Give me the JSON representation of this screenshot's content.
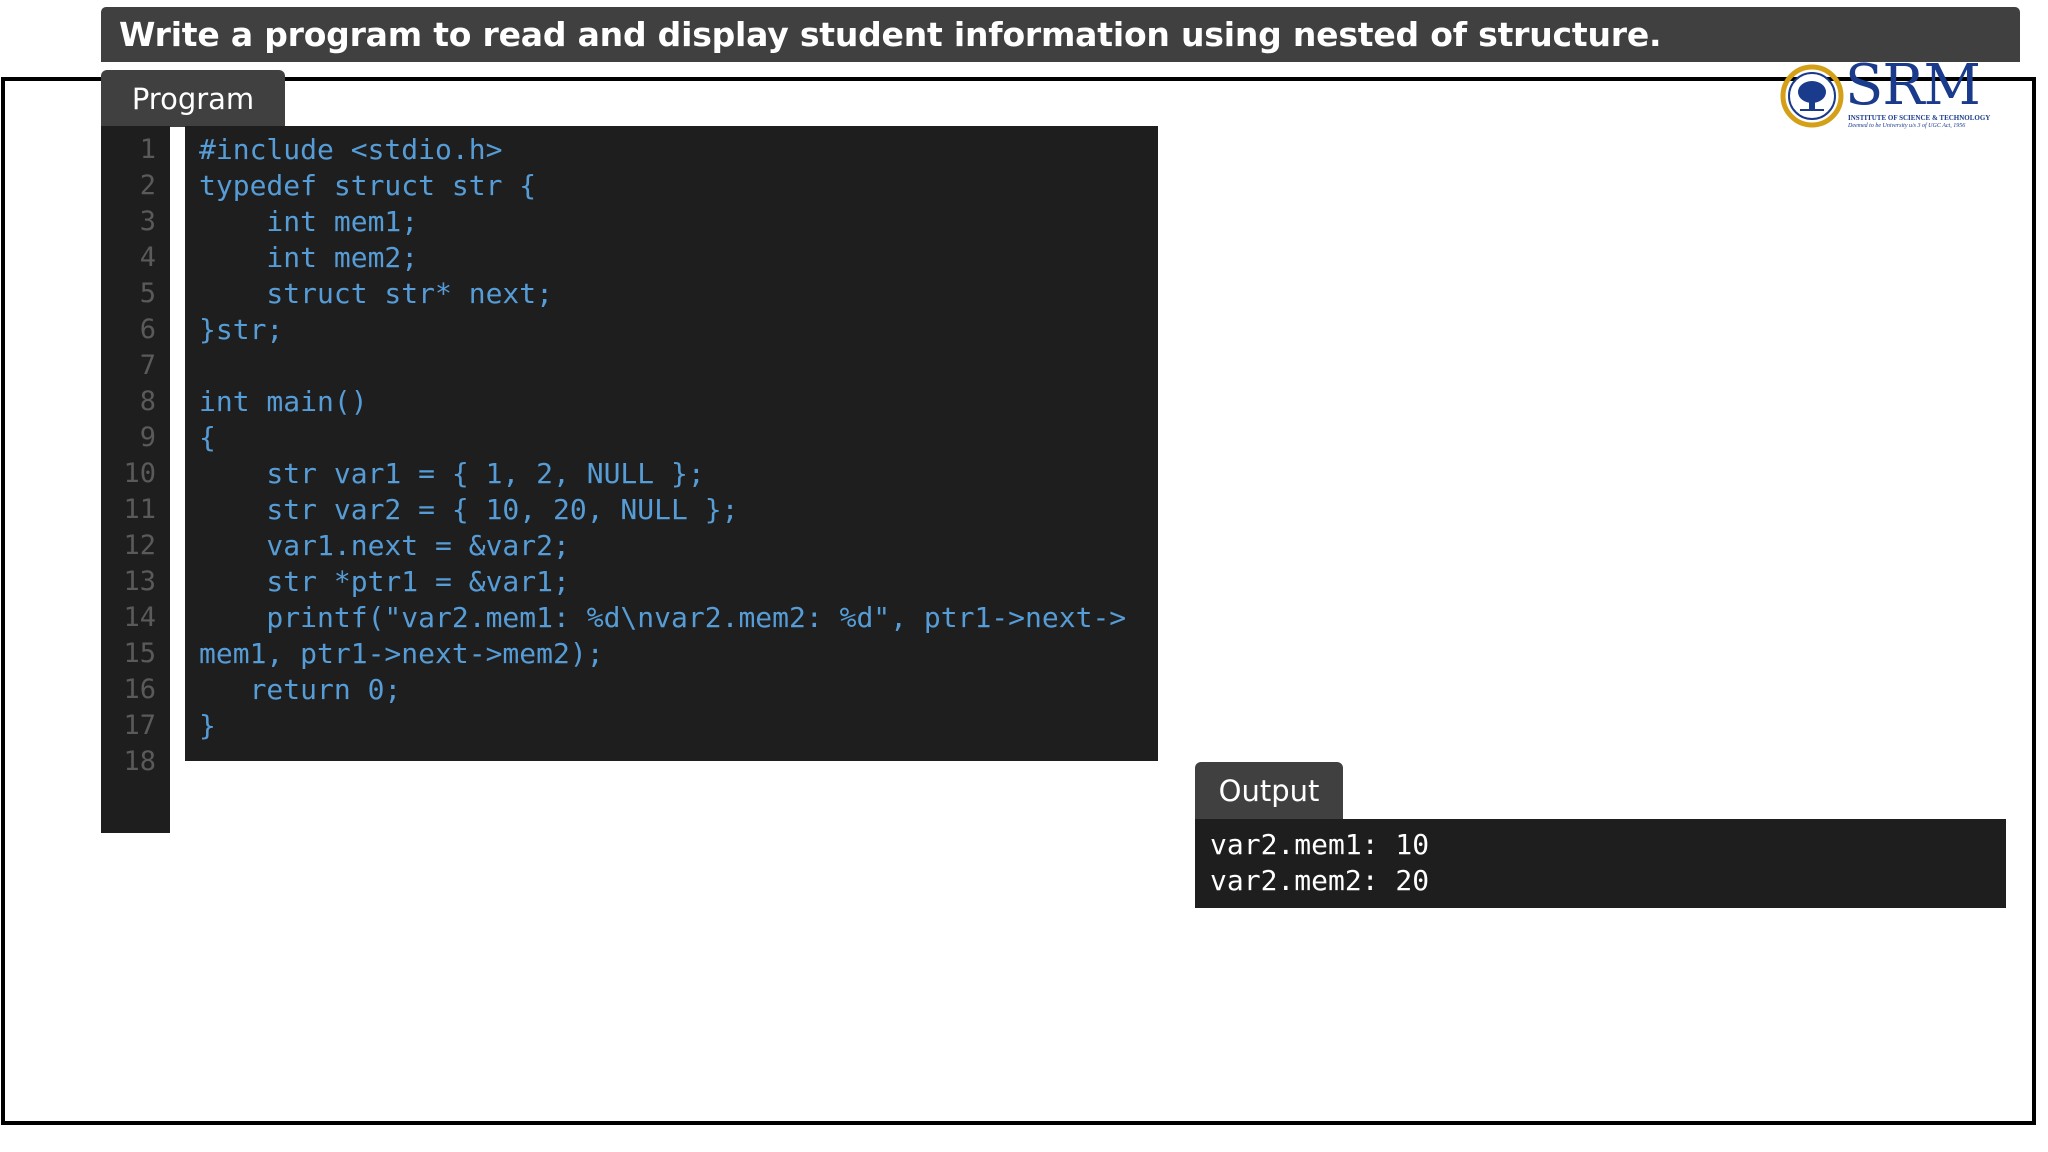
{
  "title": "Write a program to read and display student information using nested of structure.",
  "program_tab_label": "Program",
  "output_tab_label": "Output",
  "line_numbers": [
    "1",
    "2",
    "3",
    "4",
    "5",
    "6",
    "7",
    "8",
    "9",
    "10",
    "11",
    "12",
    "13",
    "14",
    "15",
    "16",
    "17",
    "18"
  ],
  "code_lines": [
    "#include <stdio.h>",
    "typedef struct str {",
    "    int mem1;",
    "    int mem2;",
    "    struct str* next;",
    "}str;",
    "",
    "int main()",
    "{",
    "    str var1 = { 1, 2, NULL };",
    "    str var2 = { 10, 20, NULL };",
    "    var1.next = &var2;",
    "    str *ptr1 = &var1;",
    "    printf(\"var2.mem1: %d\\nvar2.mem2: %d\", ptr1->next->",
    "mem1, ptr1->next->mem2);",
    "   return 0;",
    "}"
  ],
  "output_lines": [
    "var2.mem1: 10",
    "var2.mem2: 20"
  ],
  "logo": {
    "name": "SRM",
    "subtitle": "INSTITUTE OF SCIENCE & TECHNOLOGY",
    "tagline": "Deemed to be University u/s 3 of UGC Act, 1956"
  },
  "colors": {
    "code_text": "#569cd6",
    "panel_bg": "#1e1e1e",
    "tab_bg": "#404040",
    "line_number": "#5a5a5a",
    "logo_blue": "#1a3a8c",
    "logo_gold": "#d4a017"
  }
}
